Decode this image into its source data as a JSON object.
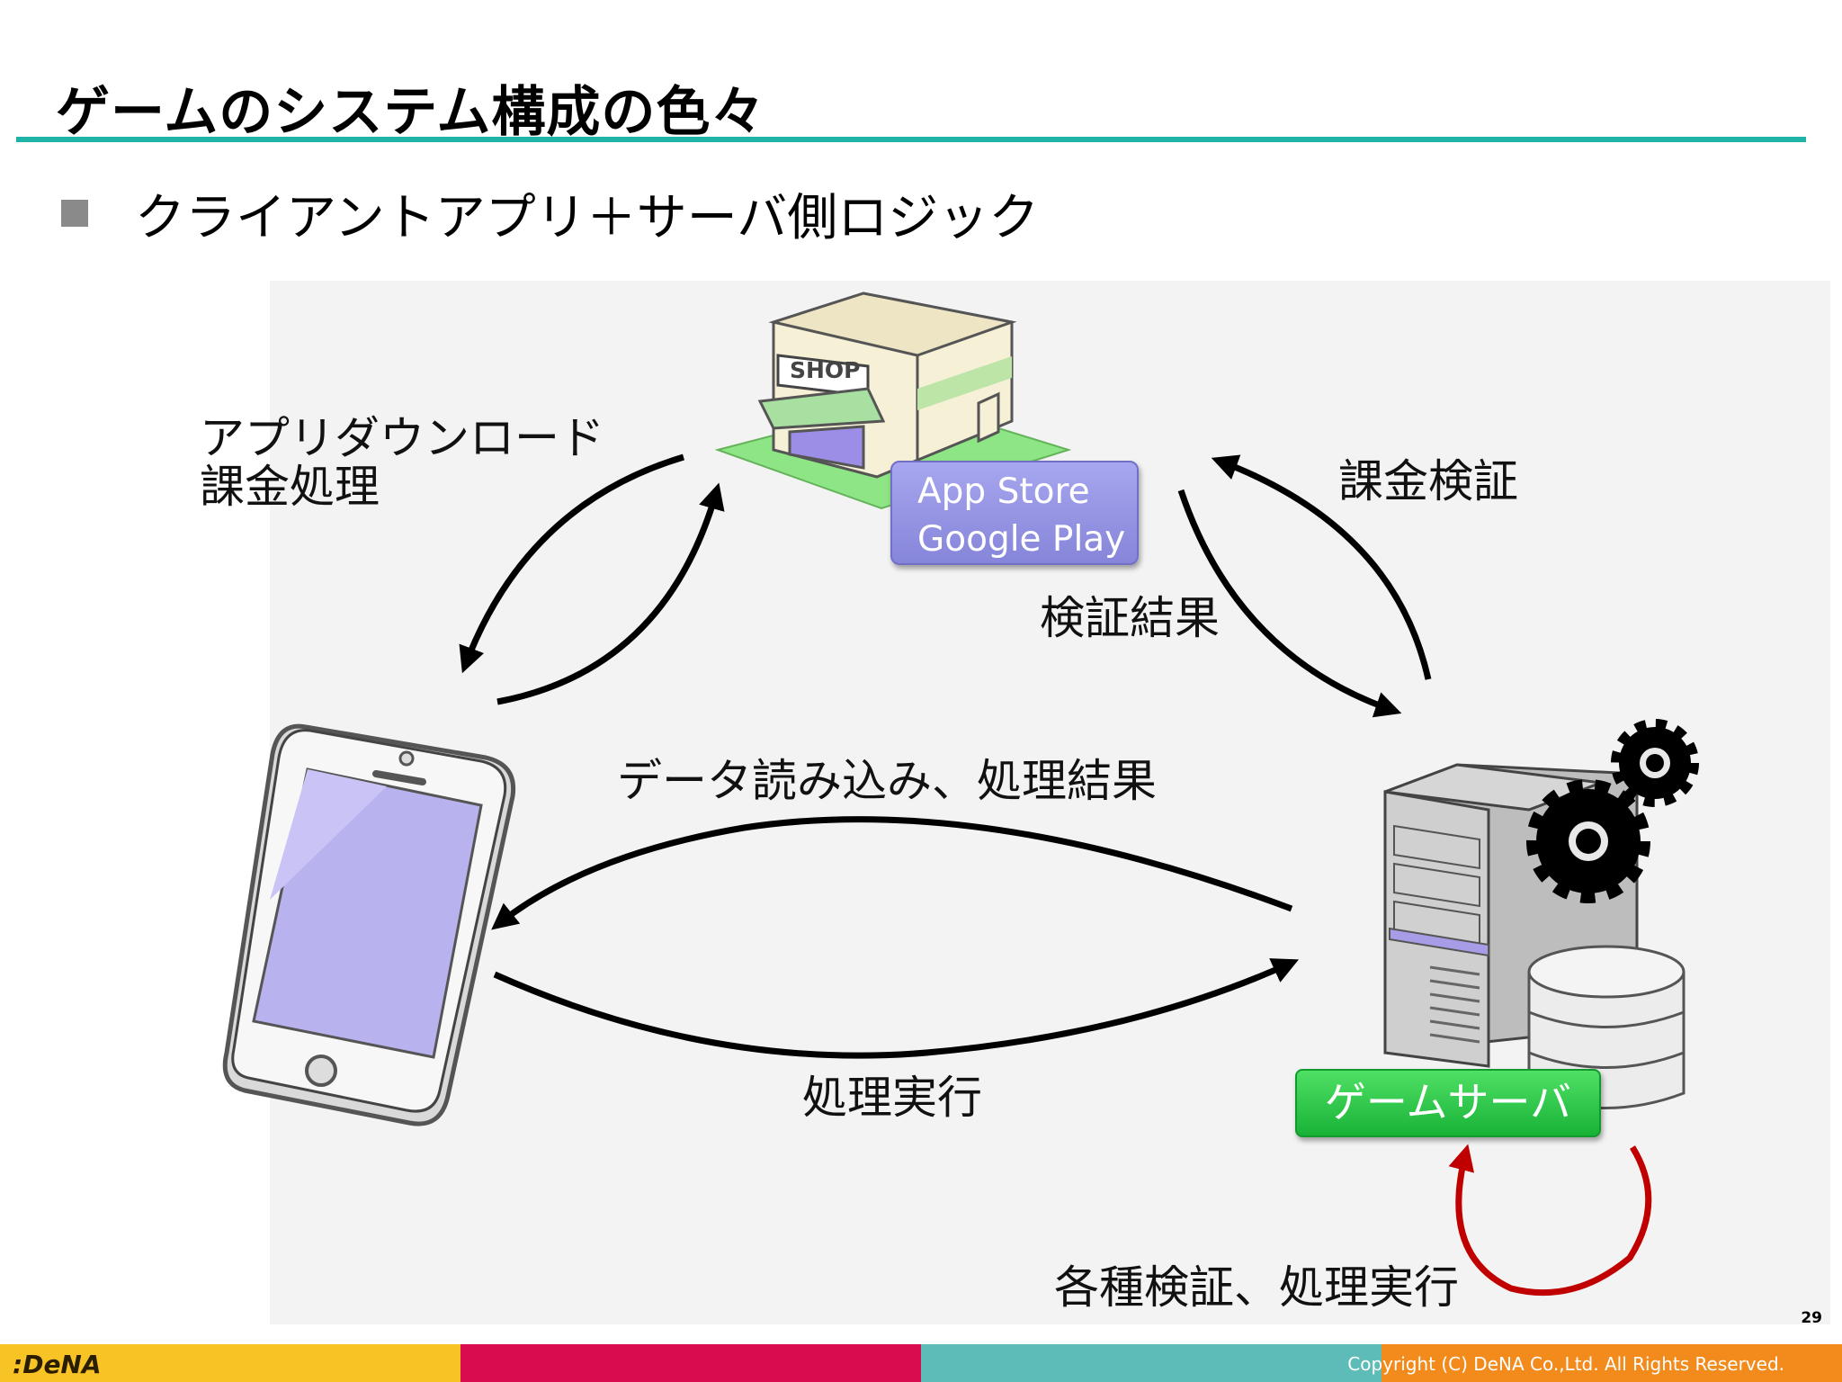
{
  "slide": {
    "title": "ゲームのシステム構成の色々",
    "bullet": "クライアントアプリ＋サーバ側ロジック",
    "page_number": "29"
  },
  "diagram": {
    "download_label_line1": "アプリダウンロード",
    "download_label_line2": "課金処理",
    "billing_verify_label": "課金検証",
    "verify_result_label": "検証結果",
    "store_line1": "App Store",
    "store_line2": "Google Play",
    "data_label": "データ読み込み、処理結果",
    "exec_label": "処理実行",
    "server_label": "ゲームサーバ",
    "server_loop_label": "各種検証、処理実行",
    "shop_sign": "SHOP"
  },
  "footer": {
    "logo": ":DeNA",
    "copyright": "Copyright (C) DeNA Co.,Ltd. All Rights Reserved."
  },
  "colors": {
    "title_rule": "#1fb3a8",
    "store_badge": "#8d8ce0",
    "server_badge": "#1fbe3e",
    "loop_arrow": "#c00000",
    "footer_yellow": "#f7c325",
    "footer_crimson": "#d80c4e",
    "footer_teal": "#5ebcb8",
    "footer_orange": "#f28b1c"
  }
}
